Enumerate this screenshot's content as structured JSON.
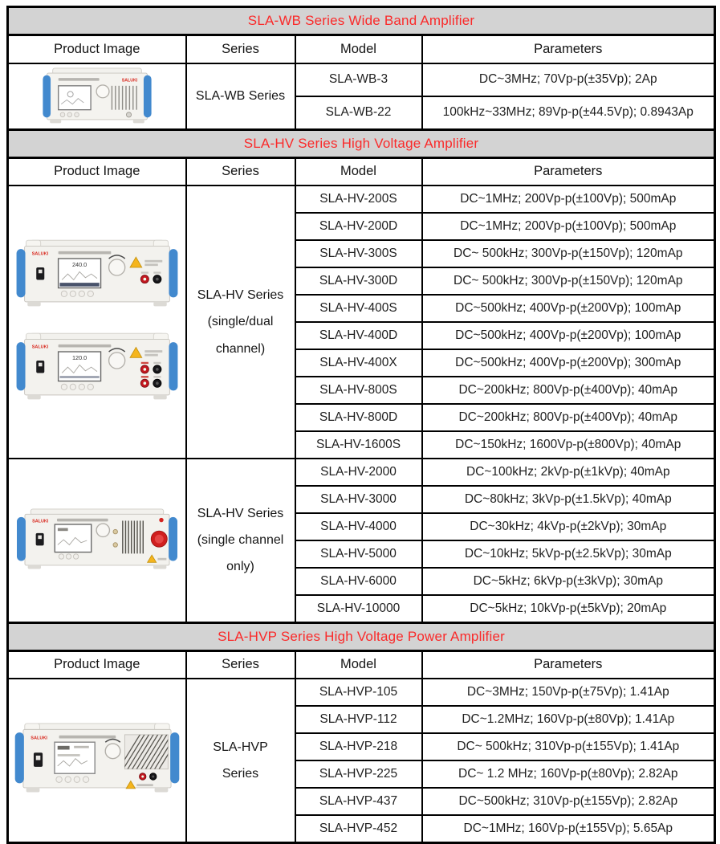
{
  "columns": {
    "image": "Product Image",
    "series": "Series",
    "model": "Model",
    "parameters": "Parameters"
  },
  "device": {
    "brand": "SALUKI",
    "hv_top_readout": "240.0",
    "hv_bottom_readout": "120.0"
  },
  "colors": {
    "section_title_red": "#fa2a2a",
    "section_header_bg": "#d3d3d3",
    "table_border": "#000000",
    "body_text": "#1f1f1f",
    "device_handle_blue": "#4289ce",
    "jack_red": "#c41820",
    "warning_yellow": "#f5b51d"
  },
  "sections": [
    {
      "title": "SLA-WB Series Wide Band Amplifier",
      "groups": [
        {
          "series_lines": [
            "SLA-WB Series"
          ],
          "rows": [
            {
              "model": "SLA-WB-3",
              "parameters": "DC~3MHz; 70Vp-p(±35Vp); 2Ap"
            },
            {
              "model": "SLA-WB-22",
              "parameters": "100kHz~33MHz; 89Vp-p(±44.5Vp); 0.8943Ap"
            }
          ]
        }
      ]
    },
    {
      "title": "SLA-HV Series High Voltage Amplifier",
      "groups": [
        {
          "series_lines": [
            "SLA-HV Series",
            "(single/dual",
            "channel)"
          ],
          "rows": [
            {
              "model": "SLA-HV-200S",
              "parameters": "DC~1MHz; 200Vp-p(±100Vp); 500mAp"
            },
            {
              "model": "SLA-HV-200D",
              "parameters": "DC~1MHz; 200Vp-p(±100Vp); 500mAp"
            },
            {
              "model": "SLA-HV-300S",
              "parameters": "DC~ 500kHz; 300Vp-p(±150Vp); 120mAp"
            },
            {
              "model": "SLA-HV-300D",
              "parameters": "DC~ 500kHz; 300Vp-p(±150Vp); 120mAp"
            },
            {
              "model": "SLA-HV-400S",
              "parameters": "DC~500kHz; 400Vp-p(±200Vp); 100mAp"
            },
            {
              "model": "SLA-HV-400D",
              "parameters": "DC~500kHz; 400Vp-p(±200Vp); 100mAp"
            },
            {
              "model": "SLA-HV-400X",
              "parameters": "DC~500kHz; 400Vp-p(±200Vp); 300mAp"
            },
            {
              "model": "SLA-HV-800S",
              "parameters": "DC~200kHz; 800Vp-p(±400Vp); 40mAp"
            },
            {
              "model": "SLA-HV-800D",
              "parameters": "DC~200kHz; 800Vp-p(±400Vp); 40mAp"
            },
            {
              "model": "SLA-HV-1600S",
              "parameters": "DC~150kHz; 1600Vp-p(±800Vp); 40mAp"
            }
          ]
        },
        {
          "series_lines": [
            "SLA-HV Series",
            "(single channel",
            "only)"
          ],
          "rows": [
            {
              "model": "SLA-HV-2000",
              "parameters": "DC~100kHz; 2kVp-p(±1kVp); 40mAp"
            },
            {
              "model": "SLA-HV-3000",
              "parameters": "DC~80kHz; 3kVp-p(±1.5kVp); 40mAp"
            },
            {
              "model": "SLA-HV-4000",
              "parameters": "DC~30kHz; 4kVp-p(±2kVp); 30mAp"
            },
            {
              "model": "SLA-HV-5000",
              "parameters": "DC~10kHz; 5kVp-p(±2.5kVp); 30mAp"
            },
            {
              "model": "SLA-HV-6000",
              "parameters": "DC~5kHz; 6kVp-p(±3kVp); 30mAp"
            },
            {
              "model": "SLA-HV-10000",
              "parameters": "DC~5kHz; 10kVp-p(±5kVp); 20mAp"
            }
          ]
        }
      ]
    },
    {
      "title": "SLA-HVP Series High Voltage Power Amplifier",
      "groups": [
        {
          "series_lines": [
            "SLA-HVP",
            "Series"
          ],
          "rows": [
            {
              "model": "SLA-HVP-105",
              "parameters": "DC~3MHz; 150Vp-p(±75Vp); 1.41Ap"
            },
            {
              "model": "SLA-HVP-112",
              "parameters": "DC~1.2MHz; 160Vp-p(±80Vp); 1.41Ap"
            },
            {
              "model": "SLA-HVP-218",
              "parameters": "DC~ 500kHz; 310Vp-p(±155Vp); 1.41Ap"
            },
            {
              "model": "SLA-HVP-225",
              "parameters": "DC~ 1.2 MHz; 160Vp-p(±80Vp); 2.82Ap"
            },
            {
              "model": "SLA-HVP-437",
              "parameters": "DC~500kHz; 310Vp-p(±155Vp); 2.82Ap"
            },
            {
              "model": "SLA-HVP-452",
              "parameters": "DC~1MHz; 160Vp-p(±155Vp); 5.65Ap"
            }
          ]
        }
      ]
    }
  ]
}
